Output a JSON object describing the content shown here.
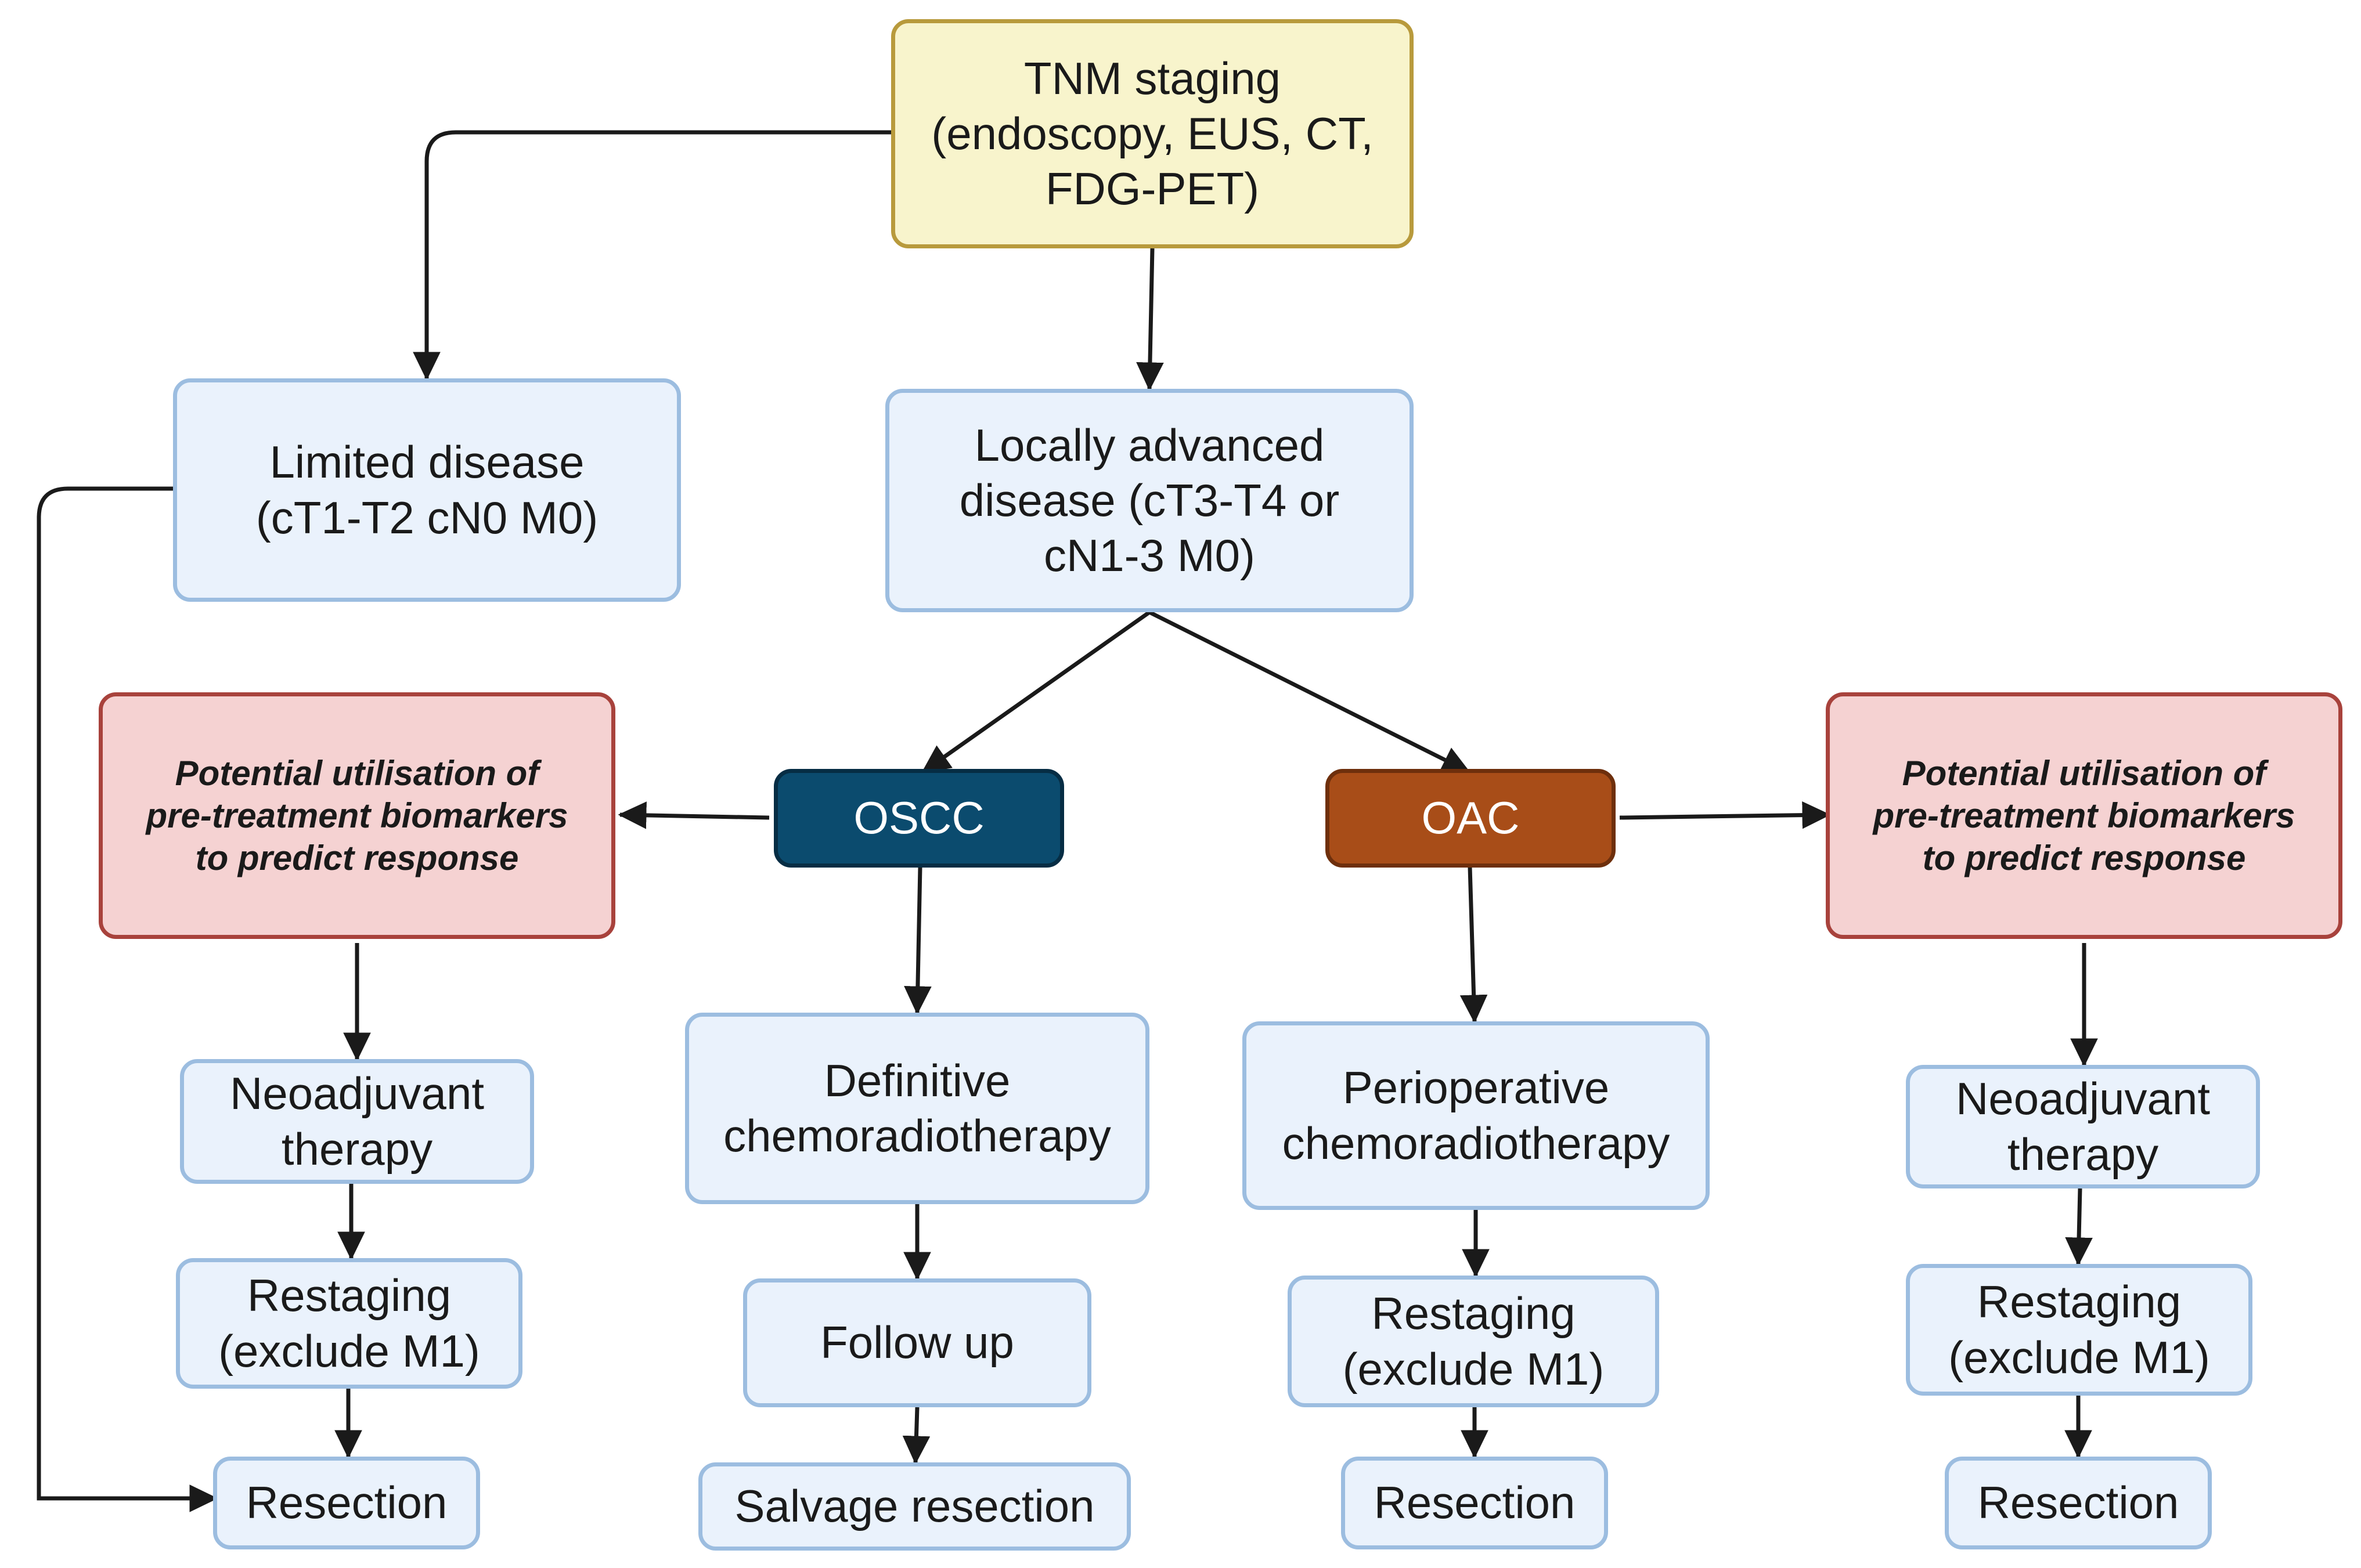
{
  "nodes": {
    "tnm": "TNM staging\n(endoscopy, EUS, CT,\nFDG-PET)",
    "limited": "Limited disease\n(cT1-T2 cN0 M0)",
    "locally_advanced": "Locally advanced\ndisease (cT3-T4 or\ncN1-3 M0)",
    "oscc": "OSCC",
    "oac": "OAC",
    "biomarkers_left": "Potential utilisation of\npre-treatment biomarkers\nto predict response",
    "biomarkers_right": "Potential utilisation of\npre-treatment biomarkers\nto predict response",
    "neoadjuvant_left": "Neoadjuvant\ntherapy",
    "restaging_left": "Restaging\n(exclude M1)",
    "resection_left": "Resection",
    "definitive_crt": "Definitive\nchemoradiotherapy",
    "follow_up": "Follow up",
    "salvage_resection": "Salvage resection",
    "perioperative_crt": "Perioperative\nchemoradiotherapy",
    "restaging_mid": "Restaging\n(exclude M1)",
    "resection_mid": "Resection",
    "neoadjuvant_right": "Neoadjuvant\ntherapy",
    "restaging_right": "Restaging\n(exclude M1)",
    "resection_right": "Resection"
  },
  "edges": [
    [
      "tnm",
      "limited"
    ],
    [
      "tnm",
      "locally_advanced"
    ],
    [
      "limited",
      "resection_left"
    ],
    [
      "locally_advanced",
      "oscc"
    ],
    [
      "locally_advanced",
      "oac"
    ],
    [
      "oscc",
      "biomarkers_left"
    ],
    [
      "oac",
      "biomarkers_right"
    ],
    [
      "biomarkers_left",
      "neoadjuvant_left"
    ],
    [
      "neoadjuvant_left",
      "restaging_left"
    ],
    [
      "restaging_left",
      "resection_left"
    ],
    [
      "oscc",
      "definitive_crt"
    ],
    [
      "definitive_crt",
      "follow_up"
    ],
    [
      "follow_up",
      "salvage_resection"
    ],
    [
      "oac",
      "perioperative_crt"
    ],
    [
      "perioperative_crt",
      "restaging_mid"
    ],
    [
      "restaging_mid",
      "resection_mid"
    ],
    [
      "biomarkers_right",
      "neoadjuvant_right"
    ],
    [
      "neoadjuvant_right",
      "restaging_right"
    ],
    [
      "restaging_right",
      "resection_right"
    ]
  ],
  "colors": {
    "box_fill": "#eaf2fc",
    "box_border": "#9cbde0",
    "staging_fill": "#f8f4cc",
    "staging_border": "#b89a3c",
    "biomarker_fill": "#f5d2d2",
    "biomarker_border": "#a8423c",
    "oscc_fill": "#0b4b6e",
    "oac_fill": "#a84d18",
    "arrow": "#1a1a1a"
  }
}
